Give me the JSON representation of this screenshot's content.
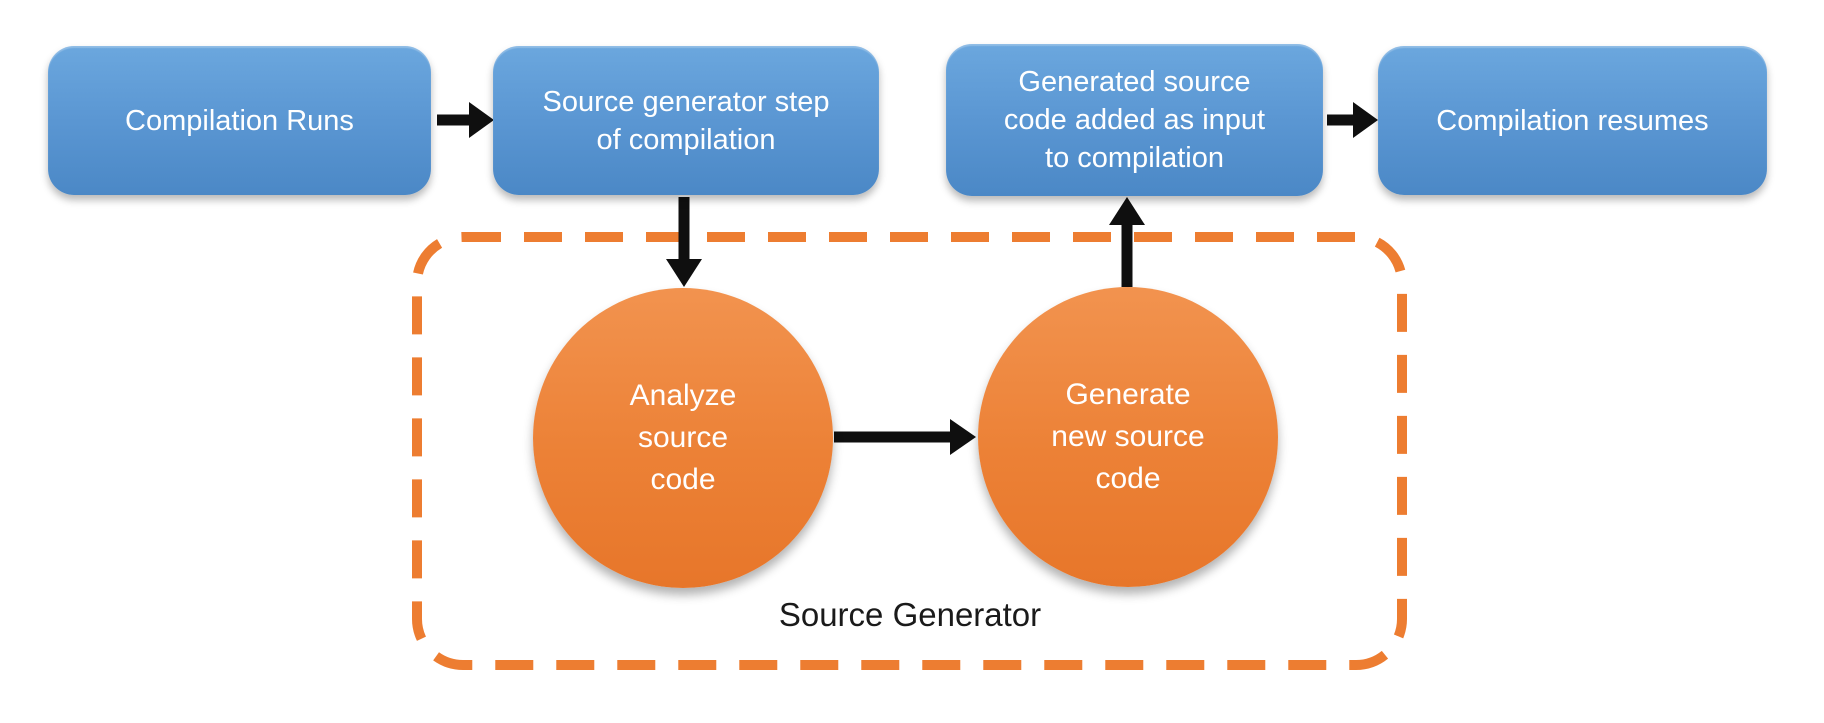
{
  "colors": {
    "box_blue": "#5b9bd5",
    "box_blue_gradient_top": "#6ba7de",
    "box_blue_gradient_bottom": "#4b88c6",
    "circle_orange": "#ed7d31",
    "circle_orange_gradient_top": "#f2934f",
    "circle_orange_gradient_bottom": "#e7762a",
    "group_border_orange": "#ed7d31",
    "arrow_black": "#0f0f0f",
    "box_text_white": "#ffffff",
    "group_label_black": "#1a1a1a"
  },
  "diagram": {
    "flow_boxes": [
      {
        "id": "compilation-runs",
        "label": "Compilation Runs"
      },
      {
        "id": "source-generator-step",
        "label": [
          "Source generator step",
          "of compilation"
        ]
      },
      {
        "id": "generated-source-added",
        "label": [
          "Generated source",
          "code added as input",
          "to compilation"
        ]
      },
      {
        "id": "compilation-resumes",
        "label": "Compilation resumes"
      }
    ],
    "generator_steps": [
      {
        "id": "analyze-source-code",
        "label": [
          "Analyze",
          "source",
          "code"
        ]
      },
      {
        "id": "generate-new-source-code",
        "label": [
          "Generate",
          "new source",
          "code"
        ]
      }
    ],
    "group": {
      "label": "Source Generator"
    },
    "connections": [
      {
        "from": "compilation-runs",
        "to": "source-generator-step"
      },
      {
        "from": "source-generator-step",
        "to": "analyze-source-code"
      },
      {
        "from": "analyze-source-code",
        "to": "generate-new-source-code"
      },
      {
        "from": "generate-new-source-code",
        "to": "generated-source-added"
      },
      {
        "from": "generated-source-added",
        "to": "compilation-resumes"
      }
    ]
  }
}
